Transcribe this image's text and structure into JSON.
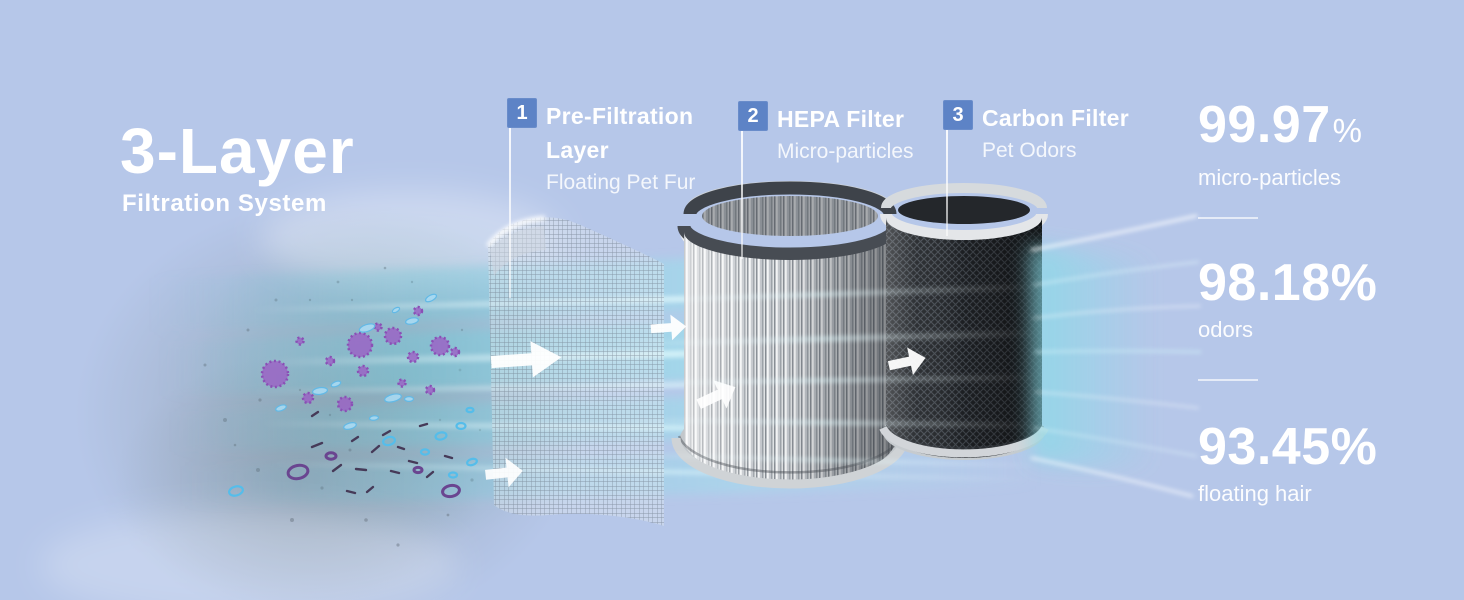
{
  "title": {
    "main": "3-Layer",
    "sub": "Filtration System"
  },
  "layers": [
    {
      "num": "1",
      "title_lines": [
        "Pre-Filtration",
        "Layer"
      ],
      "desc": "Floating Pet Fur"
    },
    {
      "num": "2",
      "title_lines": [
        "HEPA Filter"
      ],
      "desc": "Micro-particles"
    },
    {
      "num": "3",
      "title_lines": [
        "Carbon Filter"
      ],
      "desc": "Pet Odors"
    }
  ],
  "stats": [
    {
      "value": "99.97",
      "unit": "%",
      "label": "micro-particles"
    },
    {
      "value": "98.18",
      "unit": "%",
      "label": "odors"
    },
    {
      "value": "93.45",
      "unit": "%",
      "label": "floating hair"
    }
  ],
  "colors": {
    "background": "#b6c7e9",
    "badge": "#5d83c6",
    "airstream_accent": "#7fd4e2",
    "text": "#ffffff"
  }
}
